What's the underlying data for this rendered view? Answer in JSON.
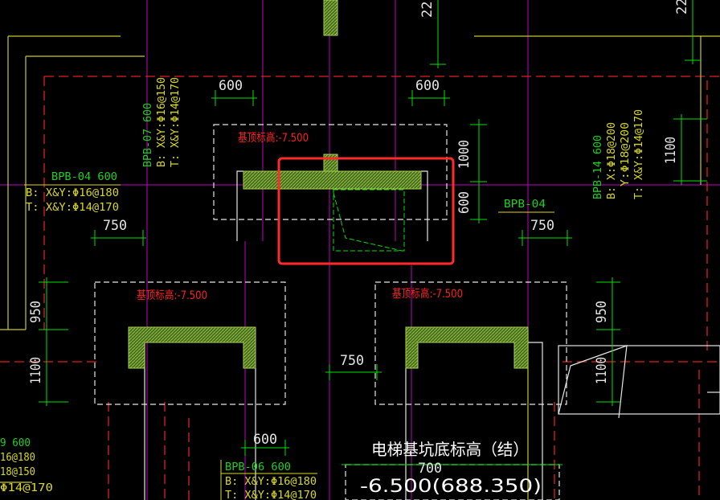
{
  "colors": {
    "background": "#000000",
    "dimension": "#00e000",
    "axis": "#c000c0",
    "pit_outline": "#e6e6e6",
    "wall": "#c8c830",
    "beam_hatch": "#5e8a2a",
    "red_dash": "#e02020",
    "label_yellow": "#d8d820",
    "label_red": "#ff2020",
    "highlight": "#ff2a2a"
  },
  "dimensions": {
    "d600_top_left": "600",
    "d600_top_mid": "600",
    "d1000_right": "1000",
    "d600_right": "600",
    "d750_left": "750",
    "d750_right": "750",
    "d750_center": "750",
    "d950_left": "950",
    "d1100_left": "1100",
    "d950_right": "950",
    "d1100_right": "1100",
    "d1100_top_right": "1100",
    "d600_bottom": "600",
    "d700_bottom": "700",
    "d220_a": "22",
    "d220_b": "22"
  },
  "labels": {
    "bpb04_left": {
      "line1": "BPB-04 600",
      "line2": "B: X&Y:Φ16@180",
      "line3": "T: X&Y:Φ14@170"
    },
    "bpb07": {
      "line1": "BPB-07 600",
      "line2": "B: X&Y:Φ16@150",
      "line3": "T: X&Y:Φ14@170"
    },
    "bpb14": {
      "line1": "BPB-14 600",
      "line2": "B: X:Φ18@200",
      "line3": "Y:Φ18@200",
      "line4": "T: X&Y:Φ14@170"
    },
    "bpb04_right": "BPB-04",
    "bpb06": {
      "line1": "BPB-06 600",
      "line2": "B: X&Y:Φ16@180",
      "line3": "T: X&Y:Φ14@170"
    },
    "bpb_cut": {
      "line1": "9 600",
      "line2": "16@180",
      "line3": "18@150",
      "line4": "Φ14@170"
    },
    "elev_top": "基顶标高:-7.500",
    "elev_left": "基顶标高:-7.500",
    "elev_right": "基顶标高:-7.500",
    "pit_title": "电梯基坑底标高（结）",
    "pit_value": "-6.500(688.350)"
  }
}
